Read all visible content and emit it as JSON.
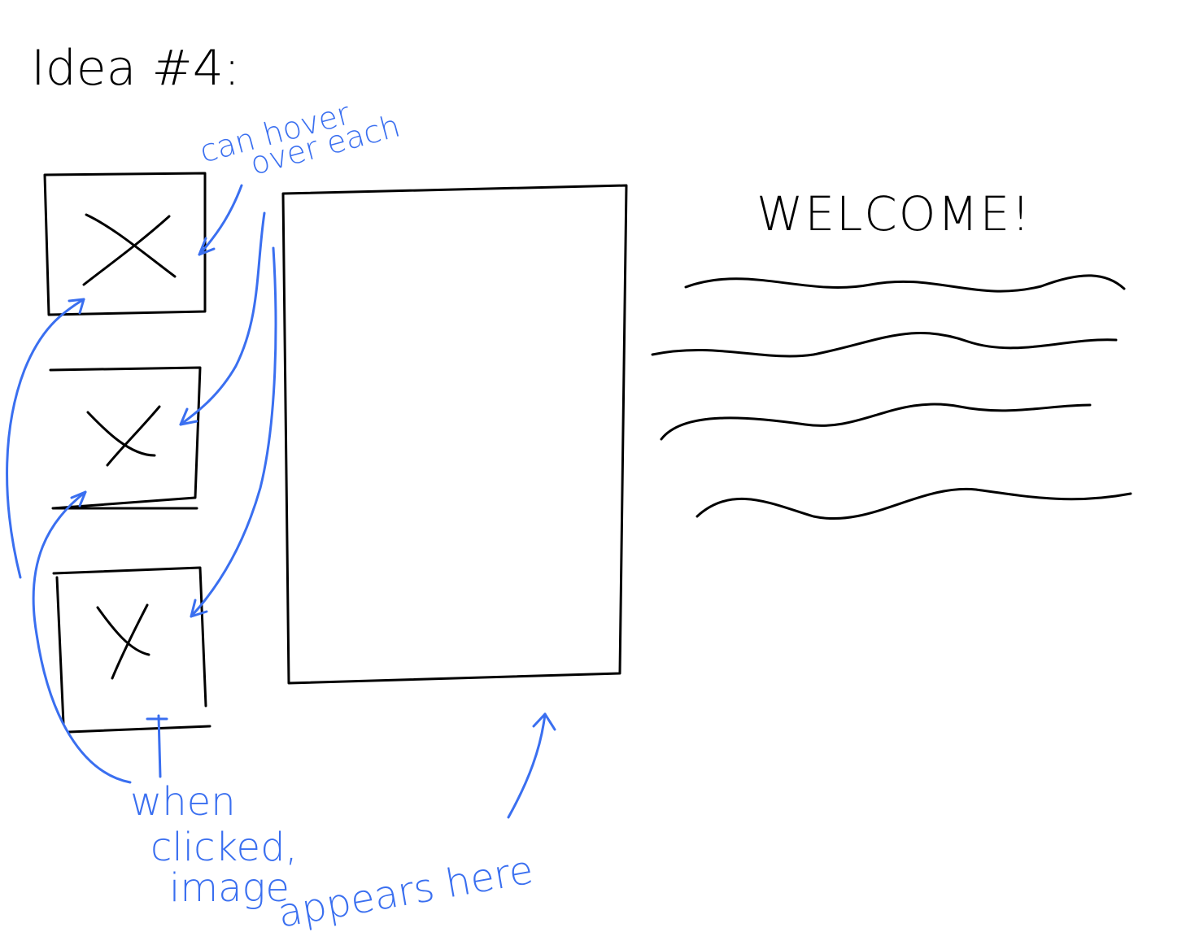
{
  "title": "Idea #4:",
  "welcome_heading": "WELCOME!",
  "annotations": {
    "hover_note_line1": "can hover",
    "hover_note_line2": "over each",
    "click_note_line1": "when",
    "click_note_line2": "clicked,",
    "click_note_line3": "image",
    "click_note_line4": "appears here"
  },
  "thumbnails": [
    {
      "icon": "x-placeholder-icon"
    },
    {
      "icon": "x-placeholder-icon"
    },
    {
      "icon": "x-placeholder-icon"
    }
  ],
  "main_image_frame": {
    "icon": "empty-rectangle"
  },
  "body_text_placeholder_lines": 4,
  "colors": {
    "ink": "#000000",
    "annotation": "#3a6ff0",
    "background": "#ffffff"
  }
}
